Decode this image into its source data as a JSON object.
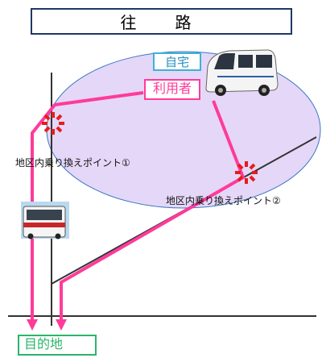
{
  "title": "往　路",
  "labels": {
    "home": "自宅",
    "user": "利用者",
    "destination": "目的地",
    "transfer_point_1": "地区内乗り換えポイント①",
    "transfer_point_2": "地区内乗り換えポイント②"
  },
  "colors": {
    "area_fill": "#e4d7f7",
    "area_stroke": "#3b78c4",
    "route": "#ff3b9a",
    "home_border": "#3fb0d8",
    "dest_border": "#2bb56a",
    "burst": "#e81c1c",
    "title_border": "#1f3864"
  },
  "icons": {
    "vehicle": "white-van-icon",
    "bus": "bus-icon",
    "transfer_marker": "burst-marker-icon"
  }
}
